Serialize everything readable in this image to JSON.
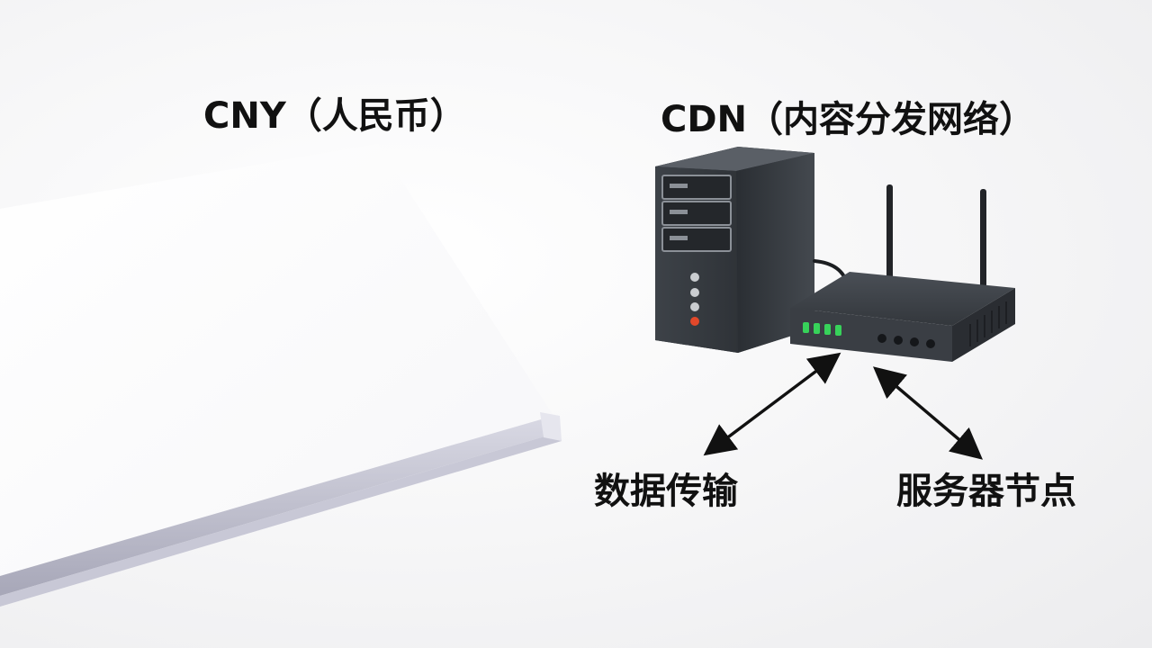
{
  "titles": {
    "left": "CNY（人民币）",
    "right": "CDN（内容分发网络）"
  },
  "captions": {
    "left": "数据传输",
    "right": "服务器节点"
  },
  "icons": {
    "server": "server-tower-icon",
    "router": "wifi-router-icon",
    "paper": "paper-stack-icon"
  },
  "colors": {
    "text": "#111111",
    "device_body": "#3c4046",
    "led_green": "#37d25a",
    "led_red": "#e2482a"
  }
}
